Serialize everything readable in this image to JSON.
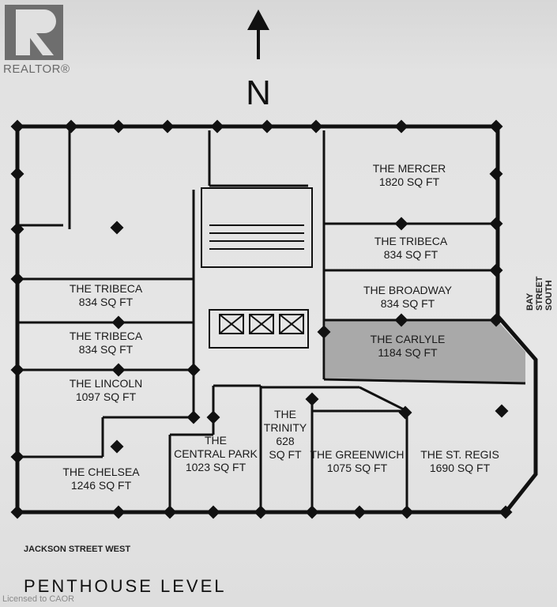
{
  "logo": {
    "letter": "R",
    "text": "REALTOR®"
  },
  "compass": {
    "label": "N"
  },
  "units": [
    {
      "name": "THE MERCER",
      "area": "1820 SQ FT"
    },
    {
      "name": "THE TRIBECA",
      "area": "834 SQ FT"
    },
    {
      "name": "THE BROADWAY",
      "area": "834 SQ FT"
    },
    {
      "name": "THE CARLYLE",
      "area": "1184 SQ FT",
      "highlighted": true
    },
    {
      "name": "THE TRIBECA",
      "area": "834 SQ FT"
    },
    {
      "name": "THE TRIBECA",
      "area": "834 SQ FT"
    },
    {
      "name": "THE LINCOLN",
      "area": "1097 SQ FT"
    },
    {
      "name": "THE CHELSEA",
      "area": "1246 SQ FT"
    },
    {
      "name": "THE CENTRAL PARK",
      "area": "1023 SQ FT"
    },
    {
      "name": "THE TRINITY",
      "area": "628 SQ FT"
    },
    {
      "name": "THE GREENWICH",
      "area": "1075 SQ FT"
    },
    {
      "name": "THE ST. REGIS",
      "area": "1690 SQ FT"
    }
  ],
  "streets": {
    "east": "BAY STREET SOUTH",
    "south": "JACKSON STREET WEST"
  },
  "title": "PENTHOUSE LEVEL",
  "license": "Licensed to CAOR",
  "colors": {
    "highlight": "#a9a9a9",
    "wall": "#111111"
  }
}
